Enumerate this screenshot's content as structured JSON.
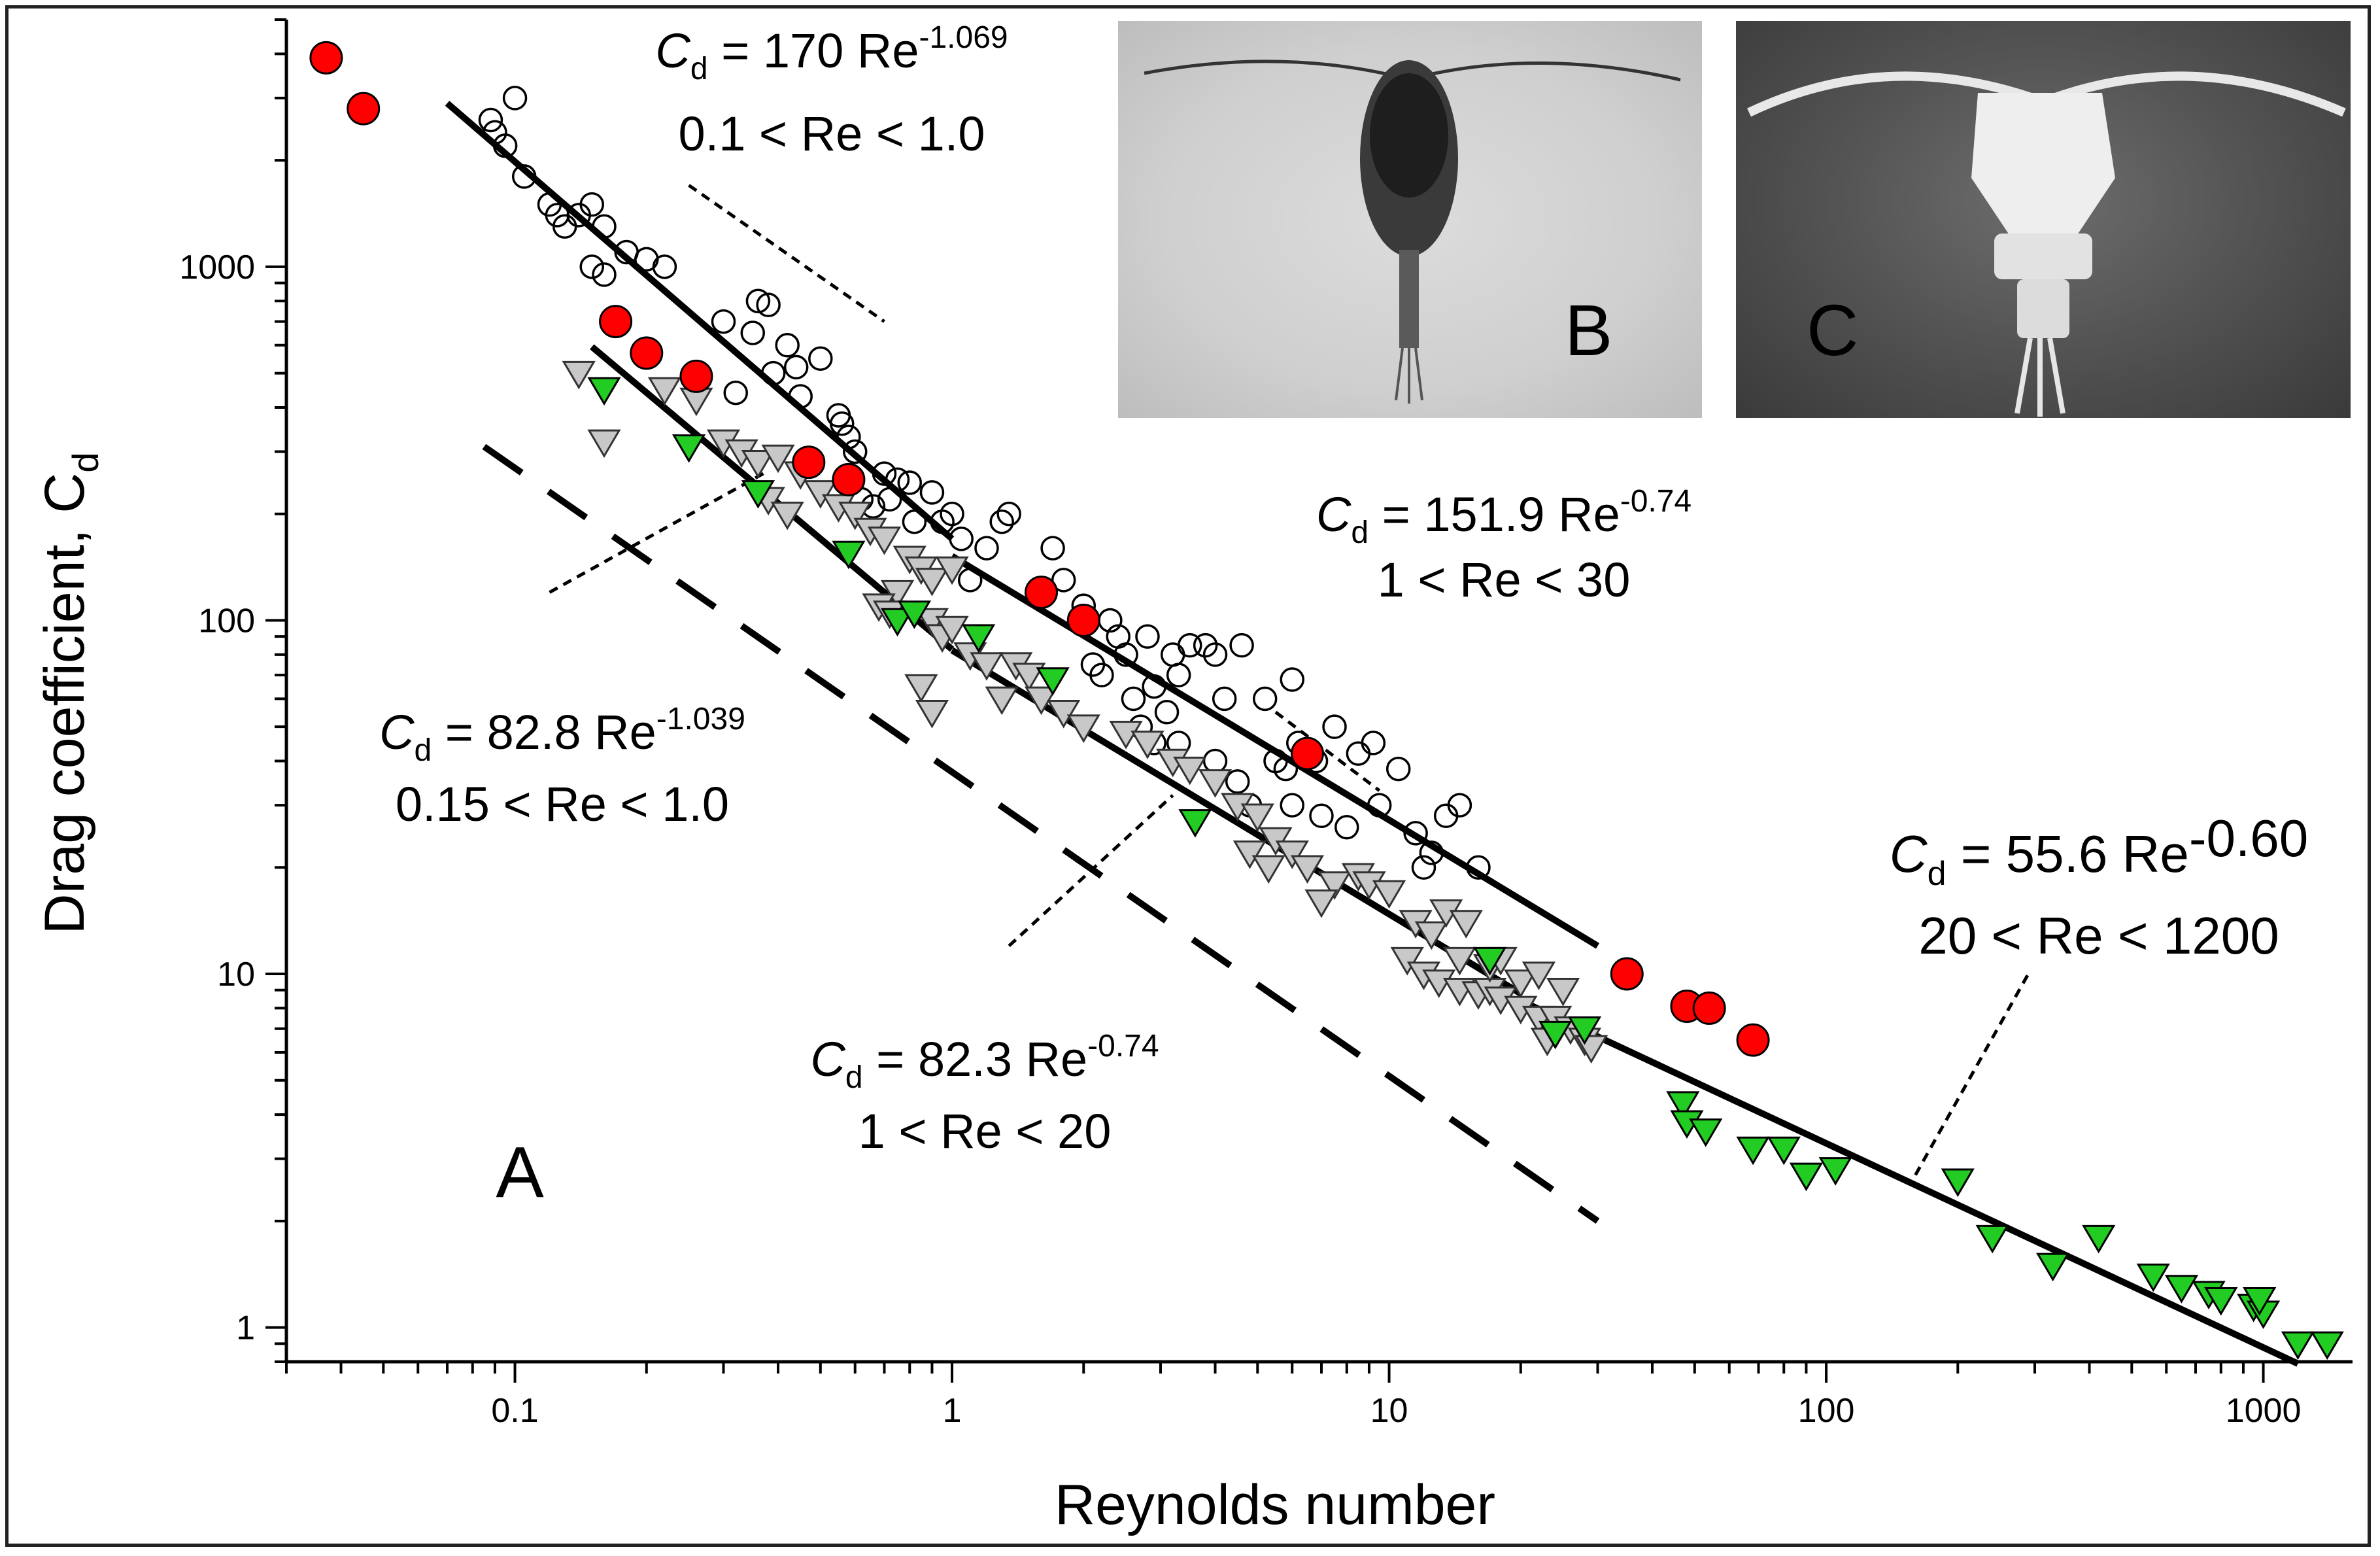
{
  "panels": {
    "a": "A",
    "b": "B",
    "c": "C"
  },
  "colors": {
    "red_points": "#ff0000",
    "green_points": "#22cc22",
    "open_triangles": "#c8c8c8"
  },
  "chart_data": {
    "type": "scatter",
    "xlabel": "Reynolds number",
    "ylabel": "Drag coefficient, C",
    "ylabel_sub": "d",
    "xscale": "log",
    "yscale": "log",
    "xlim": [
      0.03,
      1600
    ],
    "ylim": [
      0.8,
      5000
    ],
    "x_ticks": [
      "0.1",
      "1",
      "10",
      "100",
      "1000"
    ],
    "y_ticks": [
      "1",
      "10",
      "100",
      "1000"
    ],
    "fits": [
      {
        "equation": {
          "coef": "170",
          "exp": "-1.069"
        },
        "range": "0.1 < Re < 1.0",
        "x": [
          0.07,
          1.0
        ],
        "y": [
          2900,
          170
        ],
        "style": "solid"
      },
      {
        "equation": {
          "coef": "151.9",
          "exp": "-0.74"
        },
        "range": "1 < Re < 30",
        "x": [
          1.0,
          30
        ],
        "y": [
          151.9,
          12.0
        ],
        "style": "solid"
      },
      {
        "equation": {
          "coef": "82.8",
          "exp": "-1.039"
        },
        "range": "0.15 < Re < 1.0",
        "x": [
          0.15,
          1.0
        ],
        "y": [
          594,
          82.8
        ],
        "style": "solid"
      },
      {
        "equation": {
          "coef": "82.3",
          "exp": "-0.74"
        },
        "range": "1 < Re < 20",
        "x": [
          1.0,
          20
        ],
        "y": [
          82.3,
          8.8
        ],
        "style": "solid"
      },
      {
        "equation": {
          "coef": "55.6",
          "exp": "-0.60"
        },
        "range": "20 < Re < 1200",
        "x": [
          20,
          1200
        ],
        "y": [
          8.4,
          0.79
        ],
        "style": "solid"
      },
      {
        "x": [
          0.085,
          30
        ],
        "y": [
          310,
          2.0
        ],
        "style": "dashed"
      }
    ],
    "series": [
      {
        "marker": "red-circle",
        "points": [
          [
            0.037,
            3900
          ],
          [
            0.045,
            2800
          ],
          [
            0.17,
            700
          ],
          [
            0.2,
            570
          ],
          [
            0.26,
            490
          ],
          [
            0.47,
            280
          ],
          [
            0.58,
            250
          ],
          [
            1.6,
            120
          ],
          [
            2.0,
            100
          ],
          [
            6.5,
            42
          ],
          [
            35,
            10
          ],
          [
            48,
            8.1
          ],
          [
            54,
            8
          ],
          [
            68,
            6.5
          ]
        ]
      },
      {
        "marker": "open-circle",
        "points": [
          [
            0.1,
            3000
          ],
          [
            0.09,
            2400
          ],
          [
            0.088,
            2600
          ],
          [
            0.095,
            2200
          ],
          [
            0.105,
            1800
          ],
          [
            0.12,
            1500
          ],
          [
            0.125,
            1400
          ],
          [
            0.14,
            1400
          ],
          [
            0.15,
            1500
          ],
          [
            0.13,
            1300
          ],
          [
            0.16,
            1300
          ],
          [
            0.18,
            1100
          ],
          [
            0.2,
            1050
          ],
          [
            0.15,
            1000
          ],
          [
            0.16,
            950
          ],
          [
            0.22,
            1000
          ],
          [
            0.3,
            700
          ],
          [
            0.36,
            800
          ],
          [
            0.38,
            780
          ],
          [
            0.35,
            650
          ],
          [
            0.42,
            600
          ],
          [
            0.5,
            550
          ],
          [
            0.39,
            500
          ],
          [
            0.44,
            520
          ],
          [
            0.55,
            380
          ],
          [
            0.56,
            360
          ],
          [
            0.58,
            330
          ],
          [
            0.6,
            300
          ],
          [
            0.45,
            430
          ],
          [
            0.32,
            440
          ],
          [
            0.7,
            260
          ],
          [
            0.75,
            250
          ],
          [
            0.8,
            245
          ],
          [
            0.9,
            230
          ],
          [
            0.62,
            220
          ],
          [
            0.66,
            210
          ],
          [
            0.72,
            220
          ],
          [
            0.82,
            190
          ],
          [
            1.0,
            200
          ],
          [
            0.95,
            190
          ],
          [
            1.05,
            170
          ],
          [
            1.2,
            160
          ],
          [
            1.3,
            190
          ],
          [
            1.35,
            200
          ],
          [
            1.1,
            130
          ],
          [
            1.7,
            160
          ],
          [
            1.8,
            130
          ],
          [
            2.0,
            110
          ],
          [
            2.3,
            100
          ],
          [
            2.4,
            90
          ],
          [
            2.5,
            80
          ],
          [
            2.8,
            90
          ],
          [
            3.2,
            80
          ],
          [
            3.5,
            85
          ],
          [
            3.3,
            70
          ],
          [
            3.8,
            85
          ],
          [
            4.0,
            80
          ],
          [
            4.6,
            85
          ],
          [
            2.1,
            75
          ],
          [
            2.2,
            70
          ],
          [
            2.6,
            60
          ],
          [
            2.9,
            65
          ],
          [
            3.1,
            55
          ],
          [
            2.7,
            50
          ],
          [
            2.9,
            45
          ],
          [
            3.3,
            45
          ],
          [
            4.0,
            40
          ],
          [
            4.5,
            35
          ],
          [
            4.8,
            30
          ],
          [
            5.5,
            40
          ],
          [
            5.8,
            38
          ],
          [
            6.2,
            45
          ],
          [
            6.8,
            40
          ],
          [
            7.5,
            50
          ],
          [
            8.5,
            42
          ],
          [
            9.2,
            45
          ],
          [
            10.5,
            38
          ],
          [
            6.0,
            30
          ],
          [
            7.0,
            28
          ],
          [
            8.0,
            26
          ],
          [
            9.5,
            30
          ],
          [
            11.5,
            25
          ],
          [
            12.5,
            22
          ],
          [
            13.5,
            28
          ],
          [
            14.5,
            30
          ],
          [
            16,
            20
          ],
          [
            12,
            20
          ],
          [
            5.2,
            60
          ],
          [
            6.0,
            68
          ],
          [
            4.2,
            60
          ]
        ]
      },
      {
        "marker": "open-triangle",
        "points": [
          [
            0.14,
            500
          ],
          [
            0.16,
            320
          ],
          [
            0.22,
            450
          ],
          [
            0.26,
            420
          ],
          [
            0.3,
            320
          ],
          [
            0.33,
            300
          ],
          [
            0.36,
            280
          ],
          [
            0.4,
            290
          ],
          [
            0.45,
            260
          ],
          [
            0.5,
            230
          ],
          [
            0.55,
            210
          ],
          [
            0.38,
            220
          ],
          [
            0.42,
            200
          ],
          [
            0.6,
            200
          ],
          [
            0.65,
            180
          ],
          [
            0.7,
            170
          ],
          [
            0.8,
            150
          ],
          [
            0.85,
            140
          ],
          [
            0.9,
            130
          ],
          [
            1.0,
            140
          ],
          [
            0.75,
            120
          ],
          [
            0.68,
            110
          ],
          [
            0.72,
            105
          ],
          [
            0.9,
            100
          ],
          [
            0.95,
            90
          ],
          [
            1.0,
            95
          ],
          [
            1.1,
            80
          ],
          [
            1.2,
            75
          ],
          [
            0.85,
            65
          ],
          [
            0.9,
            55
          ],
          [
            1.4,
            75
          ],
          [
            1.5,
            70
          ],
          [
            1.6,
            60
          ],
          [
            1.8,
            55
          ],
          [
            2.0,
            50
          ],
          [
            1.3,
            60
          ],
          [
            2.5,
            48
          ],
          [
            2.8,
            45
          ],
          [
            3.2,
            40
          ],
          [
            3.5,
            38
          ],
          [
            4.0,
            35
          ],
          [
            4.5,
            30
          ],
          [
            5.0,
            28
          ],
          [
            5.5,
            24
          ],
          [
            6.0,
            22
          ],
          [
            4.8,
            22
          ],
          [
            5.3,
            20
          ],
          [
            6.5,
            20
          ],
          [
            7.5,
            18
          ],
          [
            8.5,
            19
          ],
          [
            7.0,
            16
          ],
          [
            9.0,
            18
          ],
          [
            10,
            17
          ],
          [
            11.5,
            14
          ],
          [
            12.5,
            13
          ],
          [
            13.5,
            15
          ],
          [
            15,
            14
          ],
          [
            11,
            11
          ],
          [
            12,
            10
          ],
          [
            13,
            9.5
          ],
          [
            14.5,
            9
          ],
          [
            16,
            8.8
          ],
          [
            17,
            9
          ],
          [
            18,
            8.5
          ],
          [
            20,
            8
          ],
          [
            22,
            7.5
          ],
          [
            24,
            7.5
          ],
          [
            26,
            7
          ],
          [
            28,
            6.5
          ],
          [
            29,
            6.2
          ],
          [
            23,
            6.5
          ],
          [
            20,
            9.5
          ],
          [
            17,
            10.5
          ],
          [
            14.5,
            11
          ],
          [
            18,
            11
          ],
          [
            22,
            10
          ],
          [
            25,
            9
          ]
        ]
      },
      {
        "marker": "green-triangle",
        "points": [
          [
            0.16,
            450
          ],
          [
            0.25,
            310
          ],
          [
            0.36,
            230
          ],
          [
            0.58,
            155
          ],
          [
            0.75,
            100
          ],
          [
            0.82,
            105
          ],
          [
            1.15,
            90
          ],
          [
            1.7,
            68
          ],
          [
            3.6,
            27
          ],
          [
            17,
            11
          ],
          [
            24,
            6.8
          ],
          [
            28,
            7
          ],
          [
            47,
            4.3
          ],
          [
            48,
            3.8
          ],
          [
            53,
            3.6
          ],
          [
            68,
            3.2
          ],
          [
            80,
            3.2
          ],
          [
            90,
            2.7
          ],
          [
            105,
            2.8
          ],
          [
            200,
            2.6
          ],
          [
            240,
            1.8
          ],
          [
            330,
            1.5
          ],
          [
            420,
            1.8
          ],
          [
            560,
            1.4
          ],
          [
            650,
            1.3
          ],
          [
            750,
            1.25
          ],
          [
            800,
            1.2
          ],
          [
            950,
            1.15
          ],
          [
            1000,
            1.1
          ],
          [
            980,
            1.2
          ],
          [
            1200,
            0.9
          ],
          [
            1400,
            0.9
          ]
        ]
      }
    ]
  }
}
